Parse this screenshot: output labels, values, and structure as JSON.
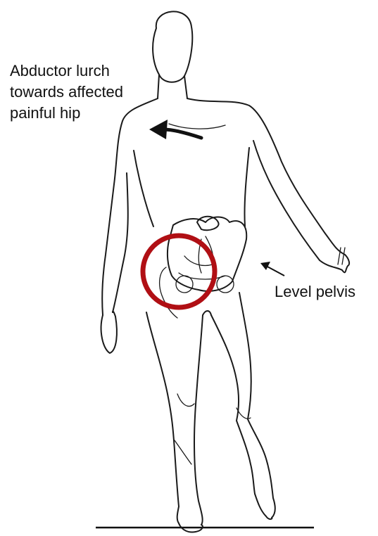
{
  "annotations": {
    "abductor_lurch": [
      "Abductor lurch",
      "towards affected",
      "painful hip"
    ],
    "level_pelvis": "Level pelvis"
  },
  "highlight": {
    "color": "#b00f14",
    "marks": "affected-hip-joint"
  },
  "arrows": {
    "lurch_direction": "left",
    "pelvis_pointer": "up-left"
  }
}
